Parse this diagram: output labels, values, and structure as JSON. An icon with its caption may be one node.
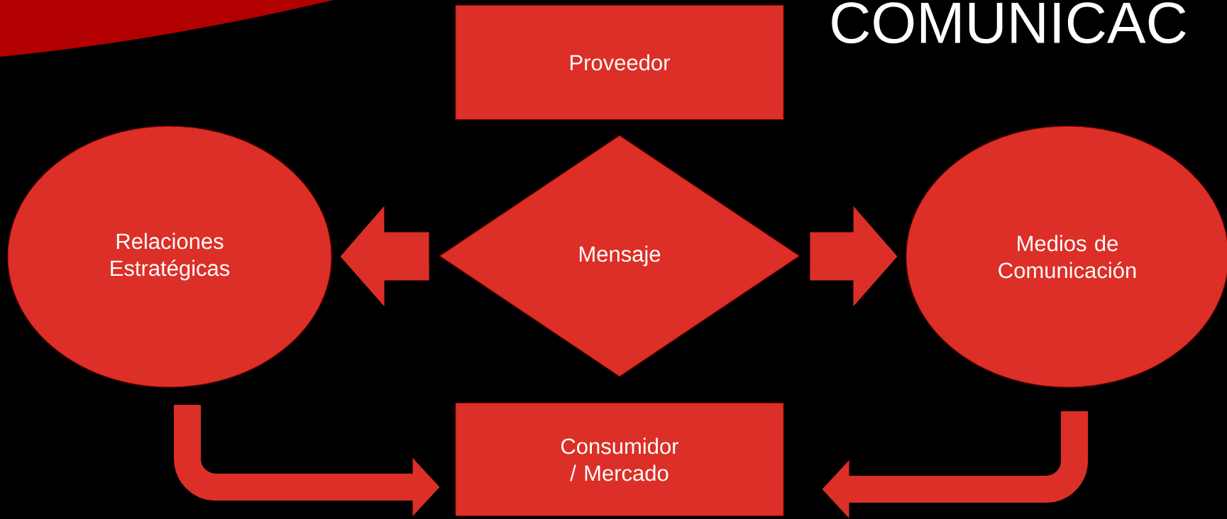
{
  "diagram": {
    "title": "COMUNICAC",
    "nodes": [
      {
        "text": [
          "Proveedor"
        ]
      },
      {
        "text": [
          "Relaciones Estratégicas"
        ]
      },
      {
        "text": [
          "Mensaje"
        ]
      },
      {
        "text": [
          "Medios de Comunicación"
        ]
      },
      {
        "text": [
          "Consumidor / Mercado"
        ]
      }
    ],
    "edges": [
      {
        "from": 2,
        "to": 1,
        "arrow": "to"
      },
      {
        "from": 2,
        "to": 3,
        "arrow": "to"
      },
      {
        "from": 1,
        "to": 4,
        "arrow": "to"
      },
      {
        "from": 3,
        "to": 4,
        "arrow": "to"
      }
    ]
  }
}
